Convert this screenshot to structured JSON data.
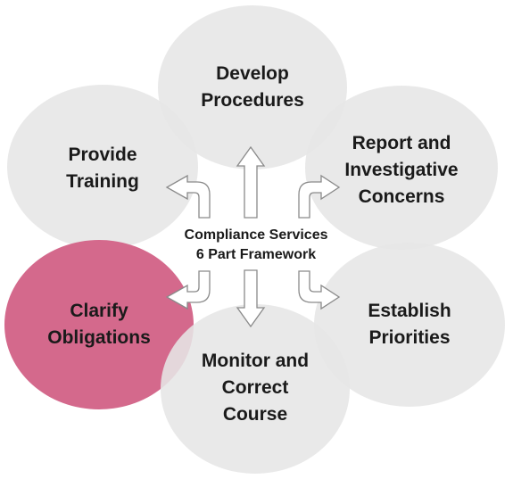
{
  "center": {
    "line1": "Compliance Services",
    "line2": "6 Part Framework"
  },
  "petals": [
    {
      "id": "develop-procedures",
      "line1": "Develop",
      "line2": "Procedures",
      "line3": "",
      "fill": "#e6e6e6"
    },
    {
      "id": "report-and-investigative-concerns",
      "line1": "Report and",
      "line2": "Investigative",
      "line3": "Concerns",
      "fill": "#e6e6e6"
    },
    {
      "id": "establish-priorities",
      "line1": "Establish",
      "line2": "Priorities",
      "line3": "",
      "fill": "#e6e6e6"
    },
    {
      "id": "monitor-and-correct-course",
      "line1": "Monitor and",
      "line2": "Correct",
      "line3": "Course",
      "fill": "#e6e6e6"
    },
    {
      "id": "clarify-obligations",
      "line1": "Clarify",
      "line2": "Obligations",
      "line3": "",
      "fill": "#d4698c"
    },
    {
      "id": "provide-training",
      "line1": "Provide",
      "line2": "Training",
      "line3": "",
      "fill": "#e6e6e6"
    }
  ],
  "colors": {
    "petal_default": "#e6e6e6",
    "petal_highlight": "#d4698c",
    "arrow_stroke": "#8a8a8a",
    "arrow_fill": "#ffffff"
  },
  "icons": {
    "up": "arrow-up-icon",
    "down": "arrow-down-icon",
    "turn_right_up": "turn-right-arrow-icon",
    "turn_left_up": "turn-left-arrow-icon",
    "turn_right_down": "turn-right-down-arrow-icon",
    "turn_left_down": "turn-left-down-arrow-icon"
  }
}
